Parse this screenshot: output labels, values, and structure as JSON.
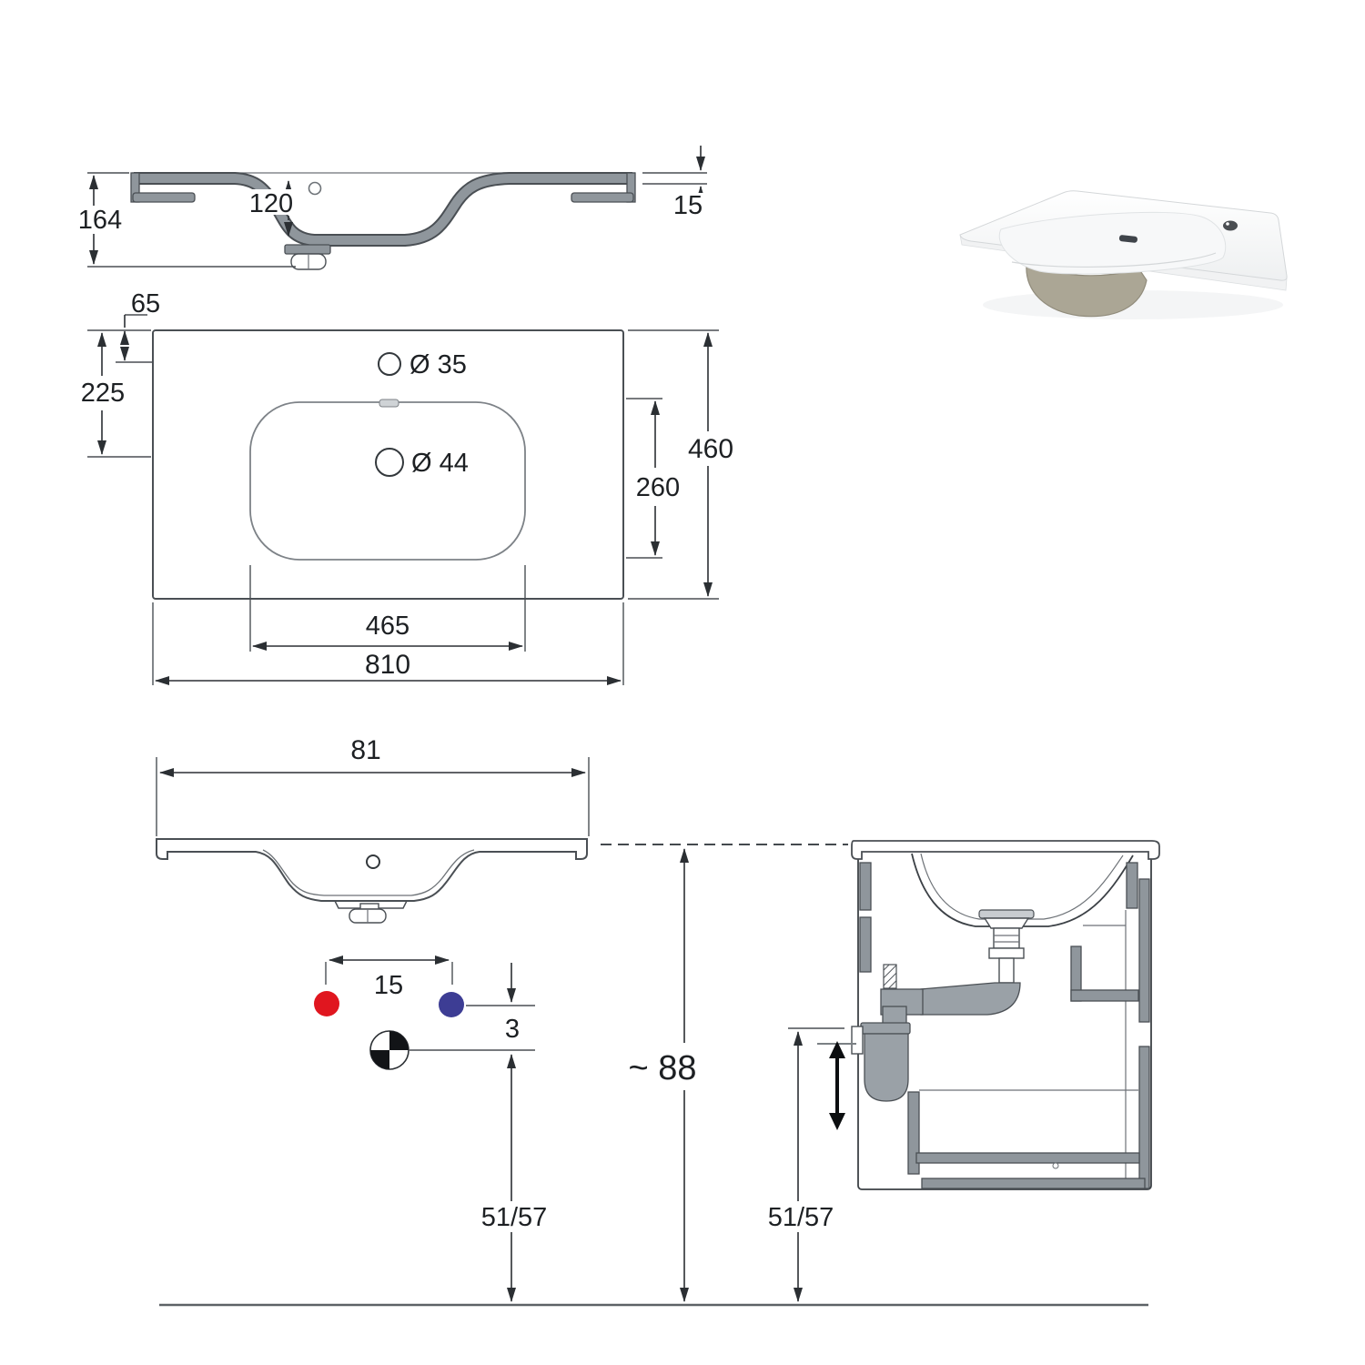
{
  "drawing": {
    "side_section": {
      "total_height": "164",
      "bowl_inner_depth": "120",
      "rim_edge_height": "15"
    },
    "plan_view": {
      "faucet_center_from_edge": "65",
      "drain_center_from_edge": "225",
      "faucet_hole_dia": "Ø 35",
      "drain_hole_dia": "Ø 44",
      "overall_depth": "460",
      "bowl_inner_depth": "260",
      "bowl_inner_width": "465",
      "overall_width": "810"
    },
    "front_view": {
      "overall_width": "81",
      "supply_spacing": "15",
      "drain_offset": "3",
      "installation_height": "~ 88",
      "siphon_height_left": "51/57",
      "siphon_height_right": "51/57"
    }
  },
  "colors": {
    "hot_water": "#e0161f",
    "cold_water": "#3d3d94",
    "ceramic_gray": "#8f969c"
  }
}
